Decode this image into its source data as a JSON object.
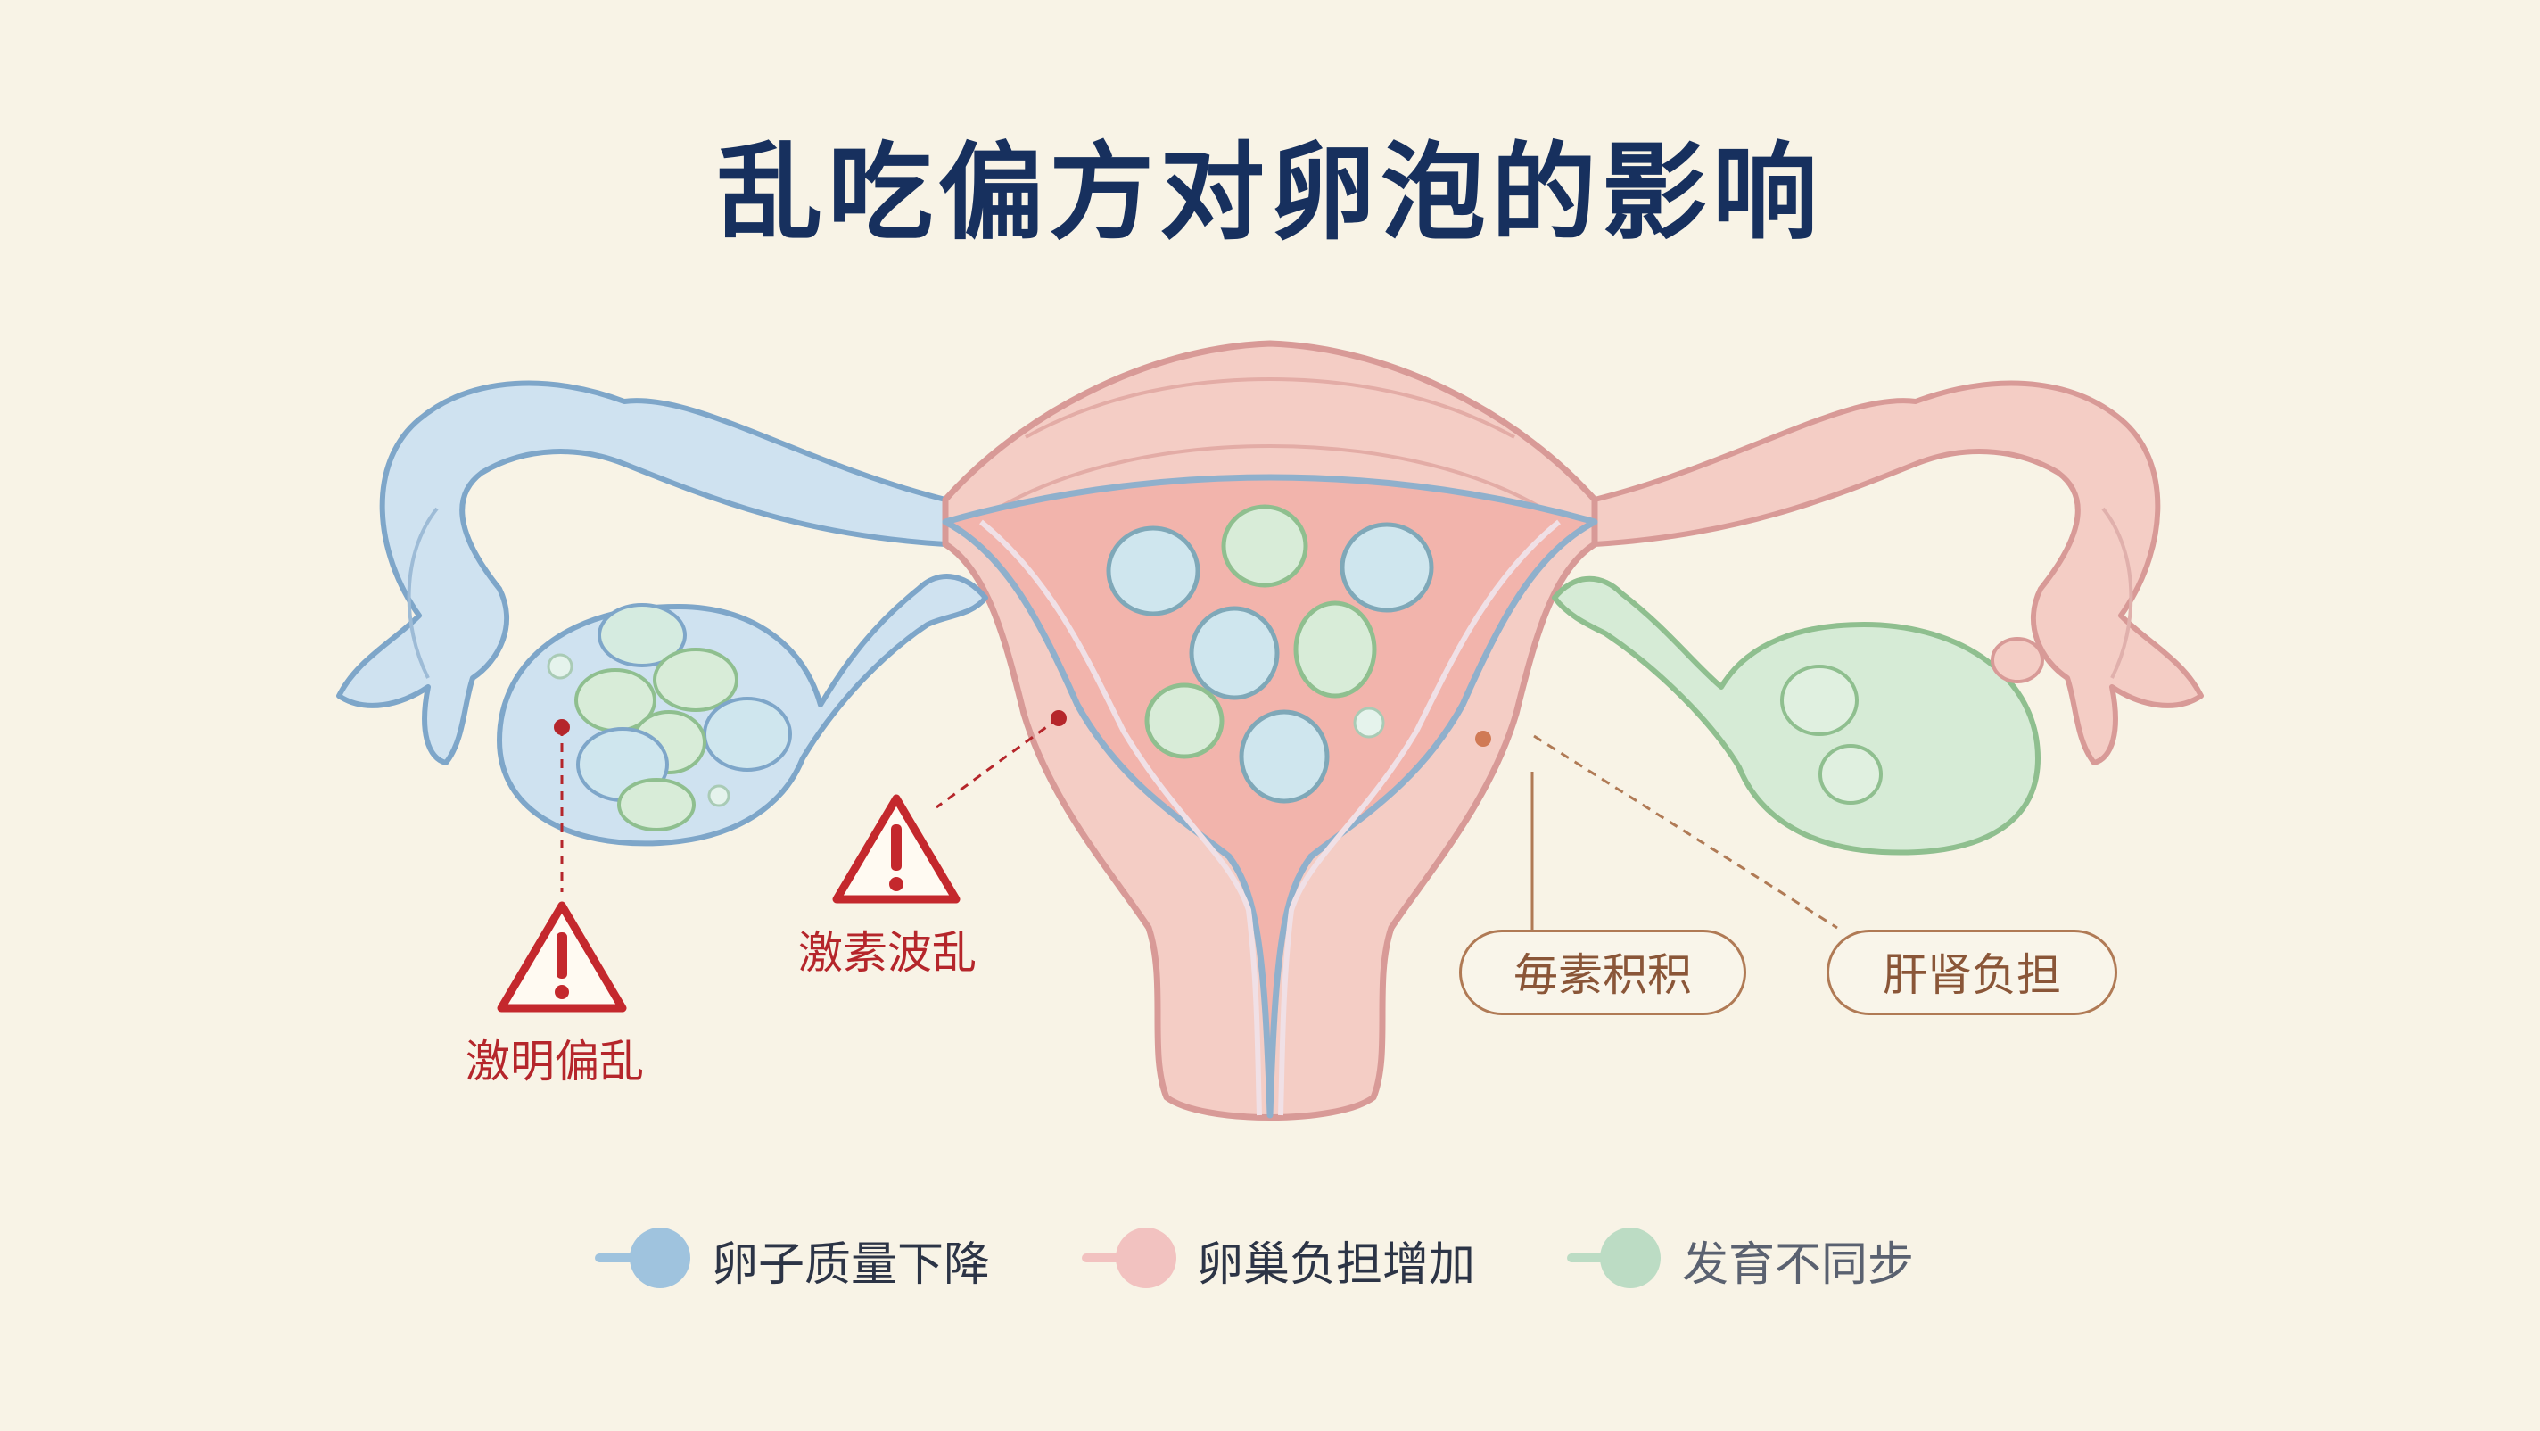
{
  "title": "乱吃偏方对卵泡的影响",
  "warnings": [
    {
      "label": "激明偏乱"
    },
    {
      "label": "激素波乱"
    }
  ],
  "pills": [
    {
      "label": "毎素积积"
    },
    {
      "label": "肝肾负担"
    }
  ],
  "legend": [
    {
      "label": "卵子质量下降",
      "color": "#9fc3de"
    },
    {
      "label": "卵巢负担增加",
      "color": "#f2c2c0"
    },
    {
      "label": "发育不同步",
      "color": "#bcdcc4"
    }
  ],
  "colors": {
    "background": "#f8f3e6",
    "title": "#17305e",
    "blue_outline": "#7ea6c9",
    "blue_fill": "#cfe2f0",
    "pink_outline": "#d89a97",
    "pink_fill": "#f4cdc5",
    "green_outline": "#8fbf8f",
    "green_fill": "#d6ebd6",
    "warning": "#c4282d",
    "pill_border": "#b07a55"
  }
}
